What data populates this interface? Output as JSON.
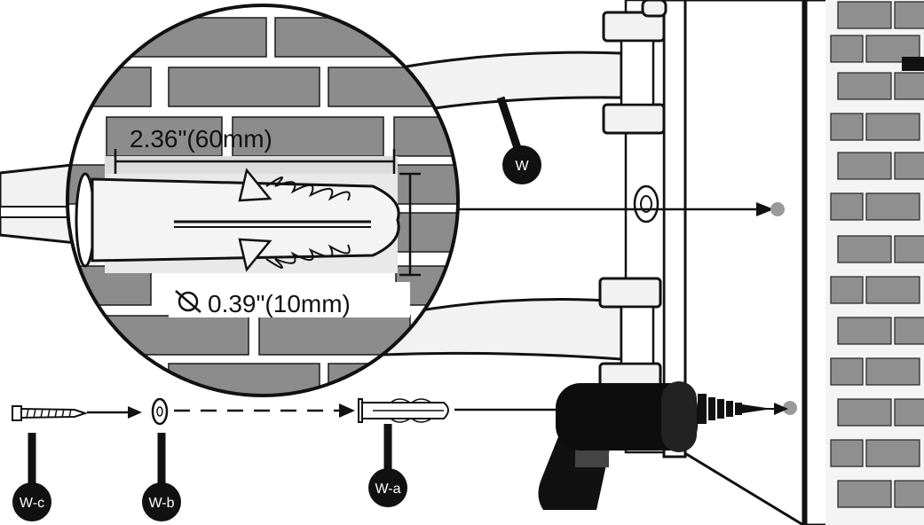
{
  "labels": {
    "w": "W",
    "w_a": "W-a",
    "w_b": "W-b",
    "w_c": "W-c"
  },
  "dimensions": {
    "length": "2.36\"(60mm)",
    "diameter": "0.39\"(10mm)"
  },
  "colors": {
    "ink": "#111111",
    "brick": "#8c8c8c",
    "paper": "#ffffff",
    "drill_hole": "#9a9a9a"
  },
  "icons": {
    "diameter_symbol": "diameter-icon"
  }
}
